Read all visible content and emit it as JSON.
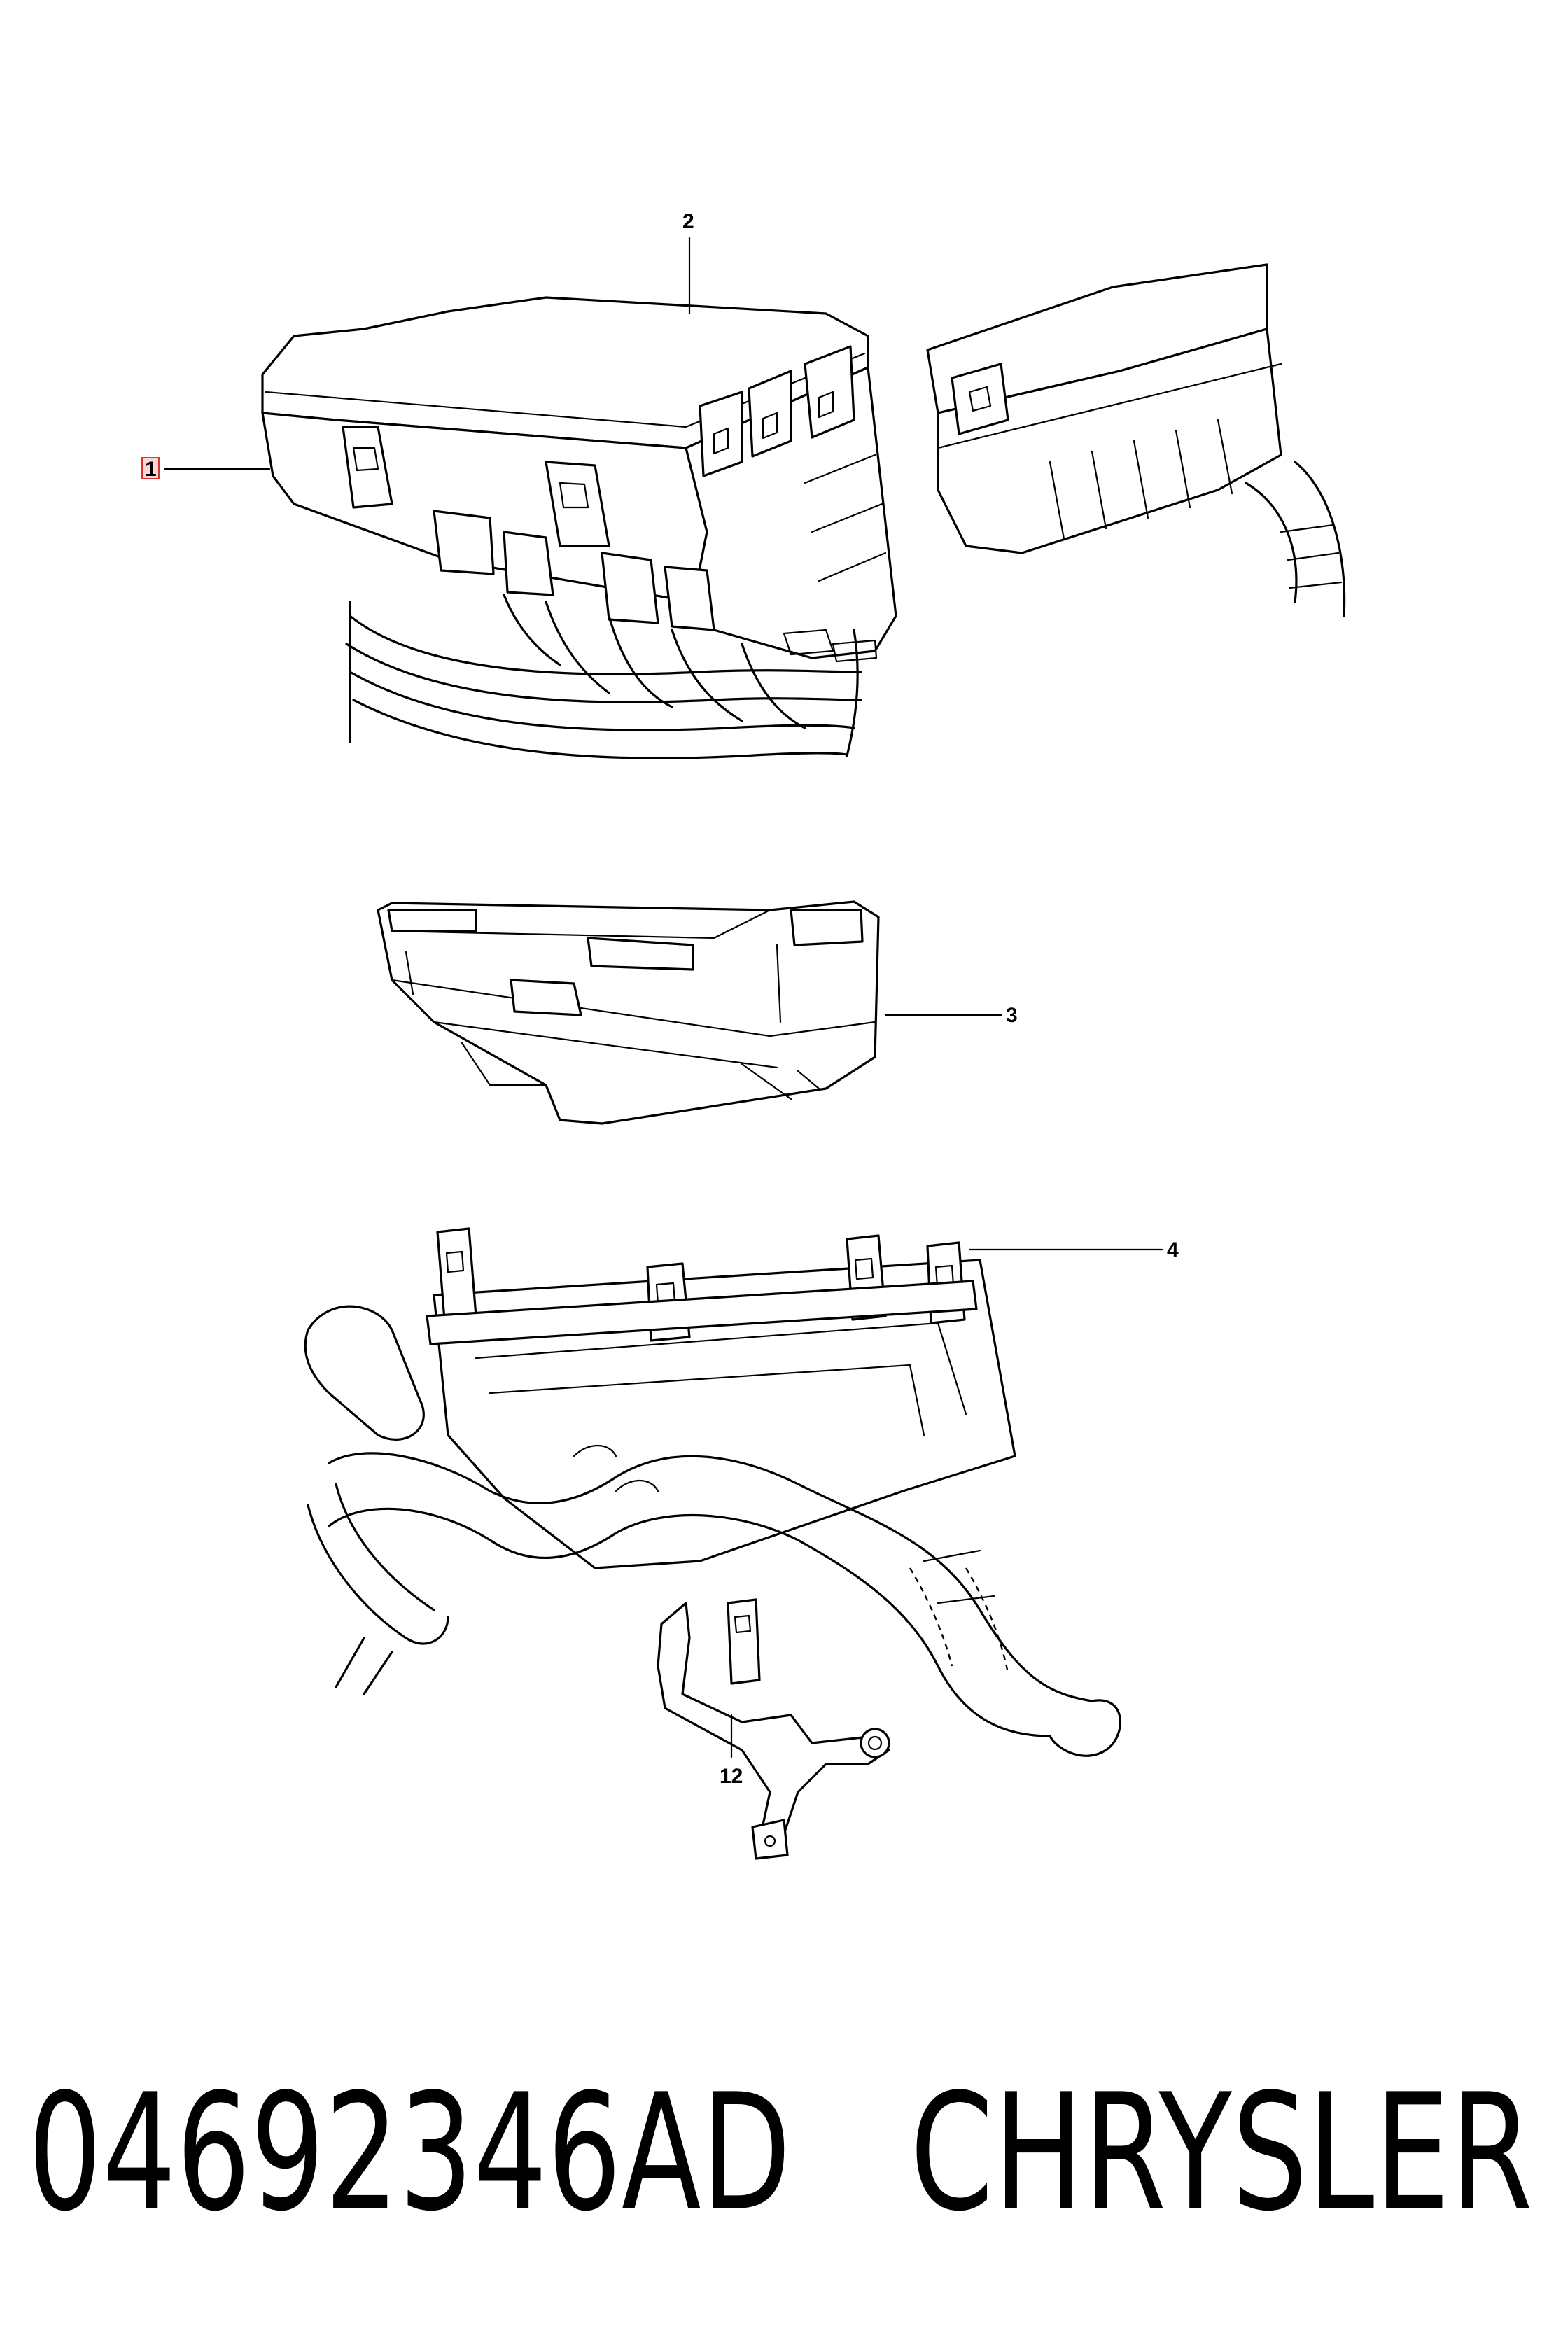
{
  "callouts": {
    "c1": "1",
    "c2": "2",
    "c3": "3",
    "c4": "4",
    "c12": "12"
  },
  "footer": {
    "part_number": "04692346AD",
    "brand": "CHRYSLER"
  },
  "colors": {
    "line": "#000000",
    "background": "#ffffff",
    "highlight": "#d33333"
  }
}
